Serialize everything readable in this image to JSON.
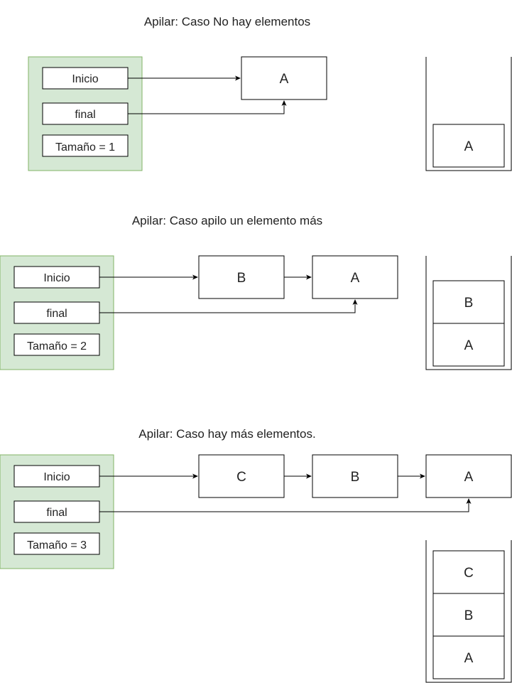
{
  "colors": {
    "container_fill": "#d5e8d4",
    "container_stroke": "#82b366",
    "box_stroke": "#000000",
    "text": "#222222"
  },
  "scenarios": [
    {
      "title": "Apilar: Caso No hay elementos",
      "fields": [
        "Inicio",
        "final",
        "Tamaño = 1"
      ],
      "nodes": [
        "A"
      ],
      "stack": [
        "A"
      ]
    },
    {
      "title": "Apilar: Caso apilo un elemento más",
      "fields": [
        "Inicio",
        "final",
        "Tamaño = 2"
      ],
      "nodes": [
        "B",
        "A"
      ],
      "stack": [
        "B",
        "A"
      ]
    },
    {
      "title": "Apilar: Caso hay más elementos.",
      "fields": [
        "Inicio",
        "final",
        "Tamaño = 3"
      ],
      "nodes": [
        "C",
        "B",
        "A"
      ],
      "stack": [
        "C",
        "B",
        "A"
      ]
    }
  ]
}
